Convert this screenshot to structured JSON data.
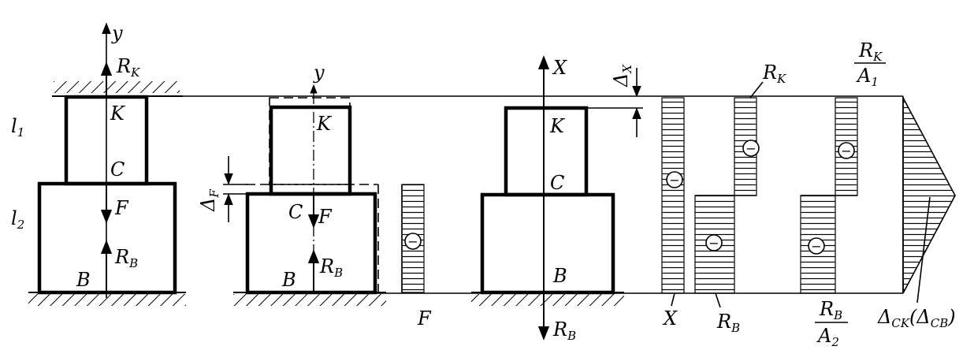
{
  "fig1": {
    "y": "y",
    "rk": "R",
    "rk_sub": "K",
    "k": "K",
    "c": "C",
    "f": "F",
    "rb": "R",
    "rb_sub": "B",
    "b": "B",
    "l1": "l",
    "l1_sub": "1",
    "l2": "l",
    "l2_sub": "2"
  },
  "fig2": {
    "y": "y",
    "k": "K",
    "c": "C",
    "f": "F",
    "rb": "R",
    "rb_sub": "B",
    "b": "B",
    "delta": "Δ",
    "delta_sub": "F",
    "minus": "−",
    "diagram_label": "F"
  },
  "fig3": {
    "x": "X",
    "k": "K",
    "c": "C",
    "b": "B",
    "rb": "R",
    "rb_sub": "B",
    "delta": "Δ",
    "delta_sub": "X"
  },
  "diagrams": {
    "x_label": "X",
    "rk": "R",
    "rk_sub": "K",
    "rb": "R",
    "rb_sub": "B",
    "frac_top_r": "R",
    "frac_top_r_sub": "K",
    "frac_top_a": "A",
    "frac_top_a_sub": "1",
    "frac_bot_r": "R",
    "frac_bot_r_sub": "B",
    "frac_bot_a": "A",
    "frac_bot_a_sub": "2",
    "minus": "−",
    "delta": "Δ",
    "delta_sub1": "CK",
    "delta_mid": "(Δ",
    "delta_sub2": "CB",
    "delta_close": ")"
  }
}
